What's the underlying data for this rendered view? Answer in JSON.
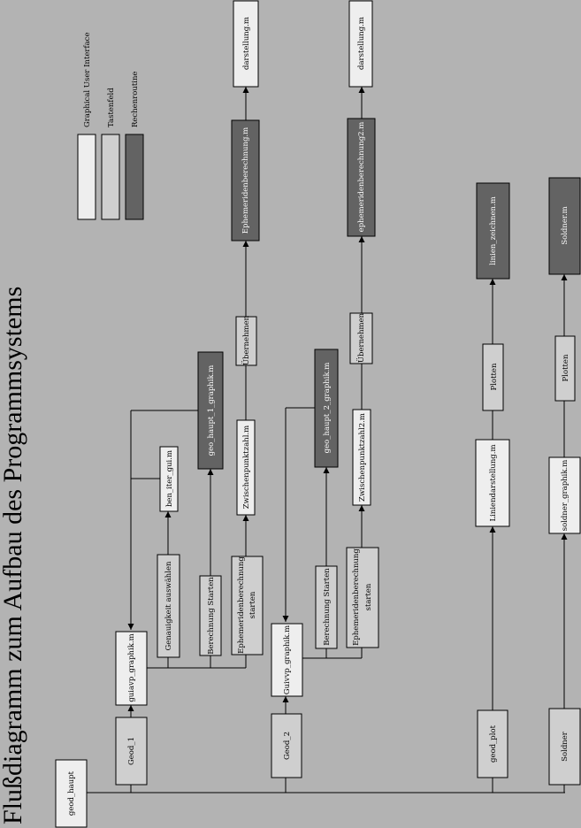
{
  "title": "Flußdiagramm zum Aufbau des Programmsystems",
  "colors": {
    "background": "#b3b3b3",
    "gui": "#eeeeee",
    "taste": "#cfcfcf",
    "rechen": "#636363",
    "line": "#000000"
  },
  "legend": {
    "items": [
      {
        "label": "Graphical User Interface",
        "kind": "gui"
      },
      {
        "label": "Tastenfeld",
        "kind": "taste"
      },
      {
        "label": "Rechenroutine",
        "kind": "rechen"
      }
    ]
  },
  "nodes": {
    "geod_haupt": {
      "label": "geod_haupt",
      "kind": "gui"
    },
    "geod_1": {
      "label": "Geod_1",
      "kind": "taste"
    },
    "guiavp_graphik": {
      "label": "guiavp_graphik.m",
      "kind": "gui"
    },
    "genauigkeit_auswaehlen": {
      "label": "Genauigkeit auswählen",
      "kind": "taste"
    },
    "berechnung_starten_1": {
      "label": "Berechnung Starten",
      "kind": "taste"
    },
    "ephemeriden_starten_1": {
      "label": "Ephemeridenberechnung starten",
      "kind": "taste"
    },
    "ben_iter_gui": {
      "label": "ben_iter_gui.m",
      "kind": "gui"
    },
    "geo_haupt_1_graphik": {
      "label": "geo_haupt_1_graphik.m",
      "kind": "rechen"
    },
    "zwischenpunktzahl_1": {
      "label": "Zwischenpunktzahl.m",
      "kind": "gui"
    },
    "uebernehmen_1": {
      "label": "Übernehmen",
      "kind": "taste"
    },
    "ephemeridenberechnung_1": {
      "label": "Ephemeridenberechnung.m",
      "kind": "rechen"
    },
    "darstellung_1": {
      "label": "darstellung.m",
      "kind": "gui"
    },
    "geod_2": {
      "label": "Geod_2",
      "kind": "taste"
    },
    "guivvp_graphik": {
      "label": "Guivvp_graphik.m",
      "kind": "gui"
    },
    "berechnung_starten_2": {
      "label": "Berechnung Starten",
      "kind": "taste"
    },
    "ephemeriden_starten_2": {
      "label": "Ephemeridenberechnung starten",
      "kind": "taste"
    },
    "geo_haupt_2_graphik": {
      "label": "geo_haupt_2_graphik.m",
      "kind": "rechen"
    },
    "zwischenpunktzahl_2": {
      "label": "Zwischenpunktzahl2.m",
      "kind": "gui"
    },
    "uebernehmen_2": {
      "label": "Übernehmen",
      "kind": "taste"
    },
    "ephemeridenberechnung_2": {
      "label": "ephemeridenberechnung2.m",
      "kind": "rechen"
    },
    "darstellung_2": {
      "label": "darstellung.m",
      "kind": "gui"
    },
    "geod_plot": {
      "label": "geod_plot",
      "kind": "taste"
    },
    "liniendarstellung": {
      "label": "Liniendarstellung.m",
      "kind": "gui"
    },
    "plotten_1": {
      "label": "Plotten",
      "kind": "taste"
    },
    "linien_zeichnen": {
      "label": "linien_zeichnen.m",
      "kind": "rechen"
    },
    "soldner": {
      "label": "Soldner",
      "kind": "taste"
    },
    "soldner_graphik": {
      "label": "soldner_graphik.m",
      "kind": "gui"
    },
    "plotten_2": {
      "label": "Plotten",
      "kind": "taste"
    },
    "soldner_m": {
      "label": "Soldner.m",
      "kind": "rechen"
    }
  }
}
